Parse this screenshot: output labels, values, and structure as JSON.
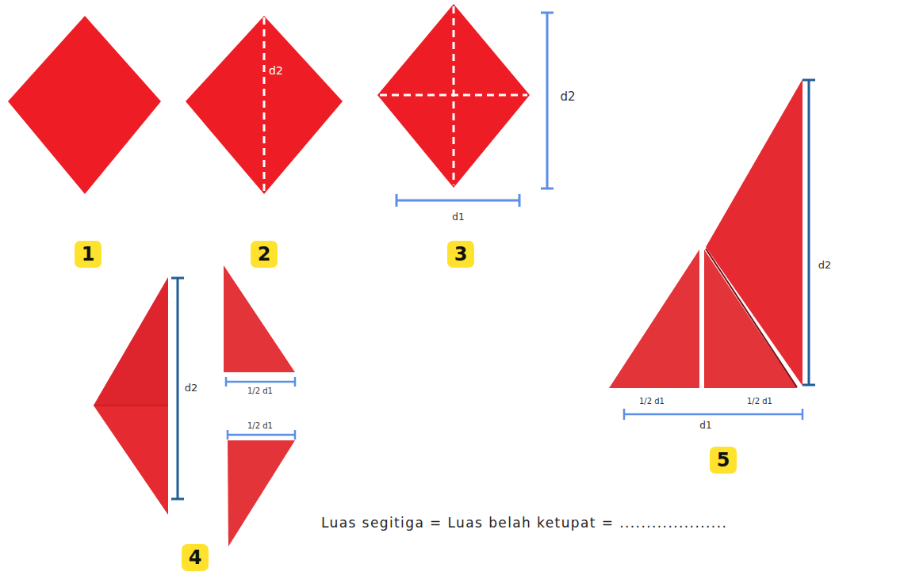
{
  "diagram": {
    "nodes": [
      {
        "text": [
          "1"
        ]
      },
      {
        "text": [
          "2"
        ]
      },
      {
        "text": [
          "3"
        ]
      },
      {
        "text": [
          "4"
        ]
      },
      {
        "text": [
          "5"
        ]
      }
    ],
    "labels": [
      "d2",
      "d2",
      "d1",
      "d2",
      "d2",
      "1/2 d1",
      "1/2 d1",
      "1/2 d1",
      "1/2 d1",
      "d1",
      "Luas segitiga = Luas belah ketupat = ...................."
    ]
  }
}
